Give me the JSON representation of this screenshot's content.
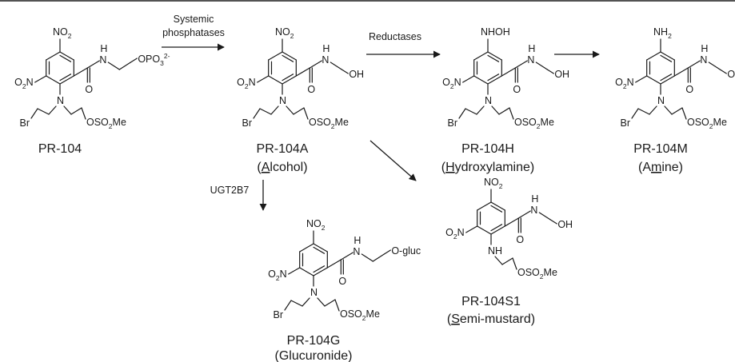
{
  "compounds": [
    {
      "id": "pr104",
      "name": "PR-104",
      "subtitle": null,
      "subst": {
        "top": [
          "NO",
          "2",
          ""
        ],
        "tail": [
          "OPO",
          "3",
          "2-"
        ],
        "mid": "N",
        "amide": "O",
        "amide_nh": "H",
        "amide_n": "N",
        "left": [
          "O",
          "2",
          "N"
        ],
        "br": "Br",
        "ms": [
          "OSO",
          "2",
          "Me"
        ]
      }
    },
    {
      "id": "pr104a",
      "name": "PR-104A",
      "subtitle": [
        "(",
        "A",
        "lcohol)"
      ],
      "subst": {
        "top": [
          "NO",
          "2",
          ""
        ],
        "tail": [
          "OH",
          "",
          ""
        ],
        "mid": "N",
        "amide": "O",
        "amide_nh": "H",
        "amide_n": "N",
        "left": [
          "O",
          "2",
          "N"
        ],
        "br": "Br",
        "ms": [
          "OSO",
          "2",
          "Me"
        ]
      }
    },
    {
      "id": "pr104h",
      "name": "PR-104H",
      "subtitle": [
        "(",
        "H",
        "ydroxylamine)"
      ],
      "subst": {
        "top": [
          "NHOH",
          "",
          ""
        ],
        "tail": [
          "OH",
          "",
          ""
        ],
        "mid": "N",
        "amide": "O",
        "amide_nh": "H",
        "amide_n": "N",
        "left": [
          "O",
          "2",
          "N"
        ],
        "br": "Br",
        "ms": [
          "OSO",
          "2",
          "Me"
        ]
      }
    },
    {
      "id": "pr104m",
      "name": "PR-104M",
      "subtitle": [
        "(A",
        "m",
        "ine)"
      ],
      "subst": {
        "top": [
          "NH",
          "2",
          ""
        ],
        "tail": [
          "OH",
          "",
          ""
        ],
        "mid": "N",
        "amide": "O",
        "amide_nh": "H",
        "amide_n": "N",
        "left": [
          "O",
          "2",
          "N"
        ],
        "br": "Br",
        "ms": [
          "OSO",
          "2",
          "Me"
        ]
      }
    },
    {
      "id": "pr104g",
      "name": "PR-104G",
      "subtitle": [
        "(Glucuronide)",
        "",
        ""
      ],
      "subst": {
        "top": [
          "NO",
          "2",
          ""
        ],
        "tail": [
          "O-gluc",
          "",
          ""
        ],
        "mid": "N",
        "amide": "O",
        "amide_nh": "H",
        "amide_n": "N",
        "left": [
          "O",
          "2",
          "N"
        ],
        "br": "Br",
        "ms": [
          "OSO",
          "2",
          "Me"
        ]
      }
    },
    {
      "id": "pr104s1",
      "name": "PR-104S1",
      "subtitle": [
        "(",
        "S",
        "emi-mustard)"
      ],
      "subst": {
        "top": [
          "NO",
          "2",
          ""
        ],
        "tail": [
          "OH",
          "",
          ""
        ],
        "mid": "NH",
        "amide": "O",
        "amide_nh": "H",
        "amide_n": "N",
        "left": [
          "O",
          "2",
          "N"
        ],
        "br": "",
        "ms": [
          "OSO",
          "2",
          "Me"
        ]
      }
    }
  ],
  "enzymes": {
    "phosphatases_line1": "Systemic",
    "phosphatases_line2": "phosphatases",
    "reductases": "Reductases",
    "ugt": "UGT2B7"
  },
  "colors": {
    "ink": "#1a1a1a",
    "background": "#ffffff"
  }
}
